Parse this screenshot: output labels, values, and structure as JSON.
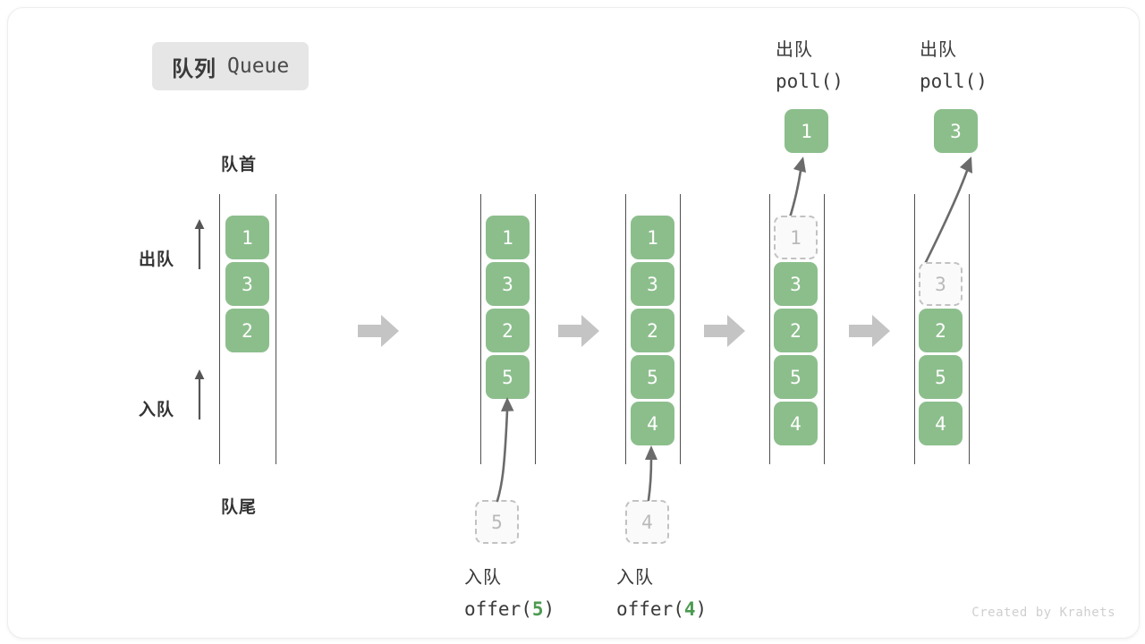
{
  "title": {
    "cn": "队列",
    "en": "Queue"
  },
  "labels": {
    "head": "队首",
    "tail": "队尾",
    "dequeue_side": "出队",
    "enqueue_side": "入队"
  },
  "footer": {
    "credit": "Created by Krahets"
  },
  "colors": {
    "box_fill": "#8cbe8c",
    "box_text": "#ffffff",
    "ghost_border": "#c2c2c2",
    "ghost_text": "#b9b9b9",
    "rail": "#4f4f4f",
    "step_arrow": "#c4c4c4",
    "motion_arrow": "#6b6b6b",
    "accent_number": "#4c9a51",
    "badge_bg": "#e6e6e6"
  },
  "steps": [
    {
      "id": "state-initial",
      "elements": [
        "1",
        "3",
        "2"
      ],
      "ghost": null,
      "ghost_slot": null,
      "popped": null,
      "op_line1": null,
      "op_line2_prefix": null,
      "op_line2_num": null,
      "op_line2_suffix": null
    },
    {
      "id": "state-after-offer-5",
      "elements": [
        "1",
        "3",
        "2",
        "5"
      ],
      "ghost": "5",
      "ghost_slot": "below",
      "popped": null,
      "op_line1": "入队",
      "op_line2_prefix": "offer(",
      "op_line2_num": "5",
      "op_line2_suffix": ")"
    },
    {
      "id": "state-after-offer-4",
      "elements": [
        "1",
        "3",
        "2",
        "5",
        "4"
      ],
      "ghost": "4",
      "ghost_slot": "below",
      "popped": null,
      "op_line1": "入队",
      "op_line2_prefix": "offer(",
      "op_line2_num": "4",
      "op_line2_suffix": ")"
    },
    {
      "id": "state-after-poll-1",
      "elements": [
        "3",
        "2",
        "5",
        "4"
      ],
      "ghost": "1",
      "ghost_slot": "top",
      "popped": "1",
      "op_line1": "出队",
      "op_line2_prefix": "poll(",
      "op_line2_num": "",
      "op_line2_suffix": ")"
    },
    {
      "id": "state-after-poll-3",
      "elements": [
        "2",
        "5",
        "4"
      ],
      "ghost": "3",
      "ghost_slot": "second",
      "popped": "3",
      "op_line1": "出队",
      "op_line2_prefix": "poll(",
      "op_line2_num": "",
      "op_line2_suffix": ")"
    }
  ],
  "step_arrows": [
    "→",
    "→",
    "→",
    "→"
  ]
}
